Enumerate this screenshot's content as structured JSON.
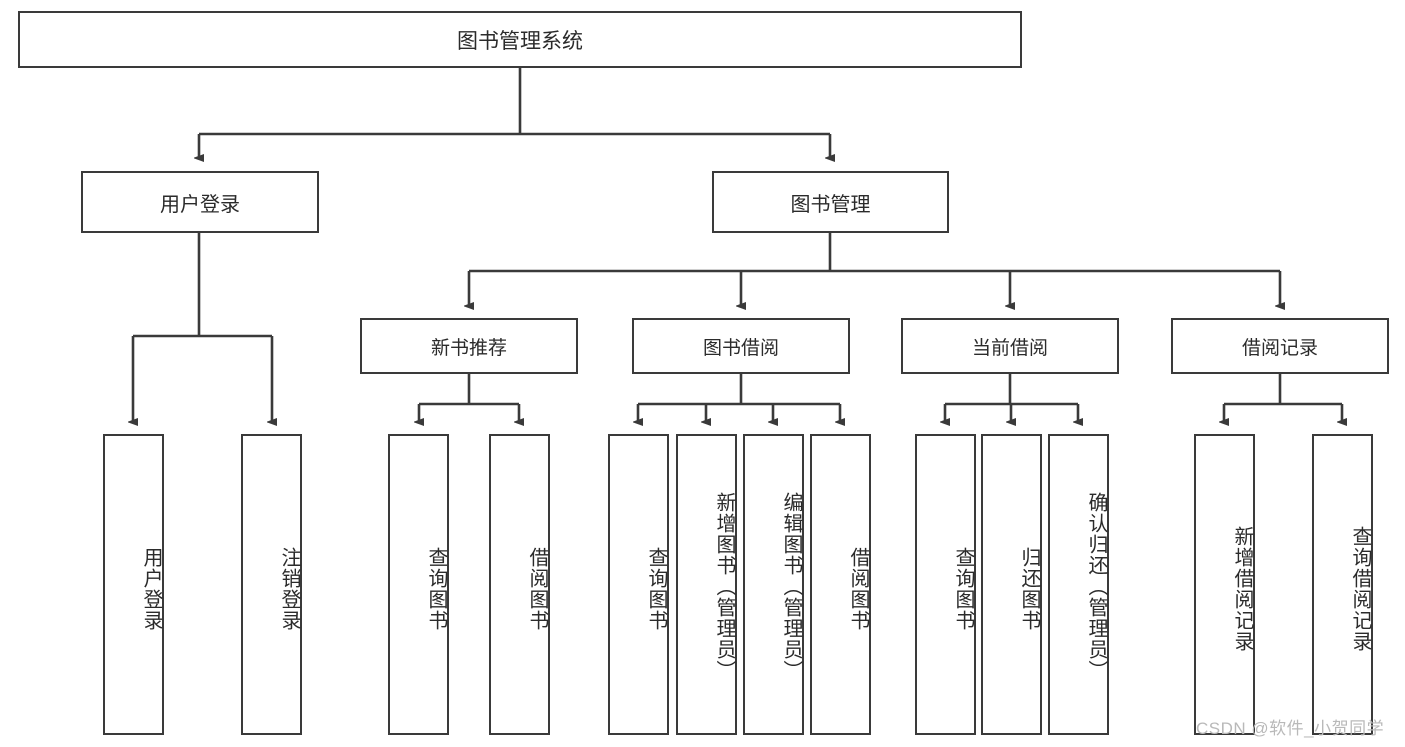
{
  "diagram": {
    "title": "图书管理系统",
    "type": "hierarchy-tree",
    "root": {
      "id": "root",
      "label": "图书管理系统"
    },
    "level1": [
      {
        "id": "user-login",
        "label": "用户登录"
      },
      {
        "id": "book-management",
        "label": "图书管理"
      }
    ],
    "level2": [
      {
        "id": "new-book-recommend",
        "label": "新书推荐"
      },
      {
        "id": "book-borrow",
        "label": "图书借阅"
      },
      {
        "id": "current-borrow",
        "label": "当前借阅"
      },
      {
        "id": "borrow-record",
        "label": "借阅记录"
      }
    ],
    "leaves": {
      "user_login": [
        {
          "id": "leaf-user-login",
          "label": "用户登录"
        },
        {
          "id": "leaf-logout-login",
          "label": "注销登录"
        }
      ],
      "new_book_recommend": [
        {
          "id": "leaf-query-book-1",
          "label": "查询图书"
        },
        {
          "id": "leaf-borrow-book-1",
          "label": "借阅图书"
        }
      ],
      "book_borrow": [
        {
          "id": "leaf-query-book-2",
          "label": "查询图书"
        },
        {
          "id": "leaf-add-book",
          "label": "新增图书（管理员）"
        },
        {
          "id": "leaf-edit-book",
          "label": "编辑图书（管理员）"
        },
        {
          "id": "leaf-borrow-book-2",
          "label": "借阅图书"
        }
      ],
      "current_borrow": [
        {
          "id": "leaf-query-book-3",
          "label": "查询图书"
        },
        {
          "id": "leaf-return-book",
          "label": "归还图书"
        },
        {
          "id": "leaf-confirm-return",
          "label": "确认归还（管理员）"
        }
      ],
      "borrow_record": [
        {
          "id": "leaf-add-record",
          "label": "新增借阅记录"
        },
        {
          "id": "leaf-query-record",
          "label": "查询借阅记录"
        }
      ]
    },
    "colors": {
      "stroke": "#3a3a3a",
      "text": "#2b2b2b",
      "background": "#ffffff",
      "watermark": "#b9b9b9"
    }
  },
  "watermark": {
    "text": "CSDN @软件_小贺同学"
  }
}
